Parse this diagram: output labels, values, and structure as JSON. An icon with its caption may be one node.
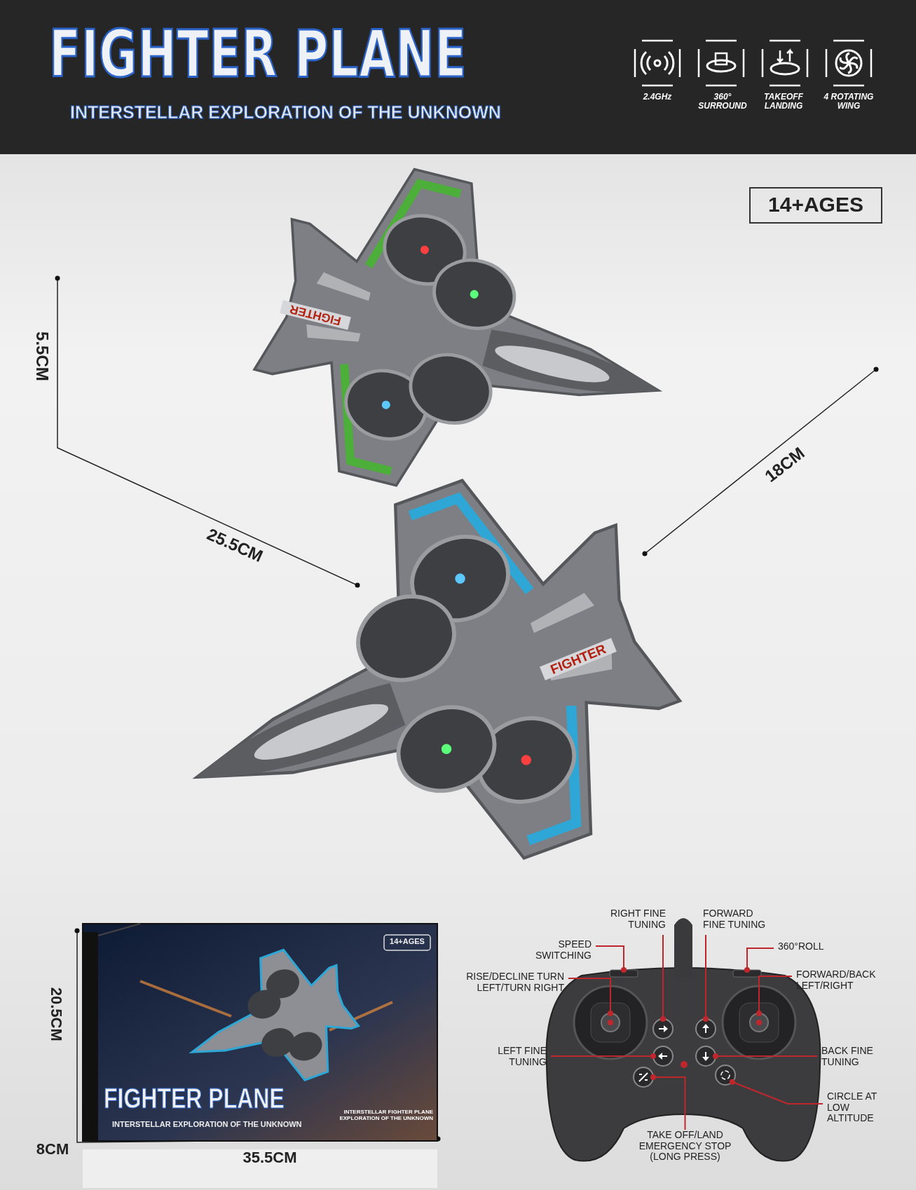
{
  "diagram": {
    "title": "FIGHTER PLANE",
    "nodes": [
      {
        "text": [
          "RIGHT FINE TUNING"
        ]
      },
      {
        "text": [
          "FORWARD FINE TUNING"
        ]
      },
      {
        "text": [
          "SPEED SWITCHING"
        ]
      },
      {
        "text": [
          "360°ROLL"
        ]
      },
      {
        "text": [
          "RISE/DECLINE TURN LEFT/TURN RIGHT"
        ]
      },
      {
        "text": [
          "FORWARD/BACK LEFT/RIGHT"
        ]
      },
      {
        "text": [
          "LEFT FINE TUNING"
        ]
      },
      {
        "text": [
          "BACK FINE TUNING"
        ]
      },
      {
        "text": [
          "CIRCLE AT LOW ALTITUDE"
        ]
      },
      {
        "text": [
          "TAKE OFF/LAND EMERGENCY STOP (LONG PRESS)"
        ]
      },
      {
        "text": [],
        "shape": "circle"
      },
      {
        "text": [],
        "shape": "bar"
      },
      {
        "text": [],
        "shape": "circle"
      },
      {
        "text": [],
        "shape": "circle"
      },
      {
        "text": [],
        "shape": "circle"
      },
      {
        "text": [],
        "shape": "circle"
      },
      {
        "text": [],
        "shape": "circle"
      },
      {
        "text": [],
        "shape": "circle"
      },
      {
        "text": [],
        "shape": "bar"
      },
      {
        "text": [],
        "shape": "circle"
      }
    ],
    "edges": [
      {
        "from": 0,
        "to": 13,
        "arrow": "other"
      },
      {
        "from": 1,
        "to": 15,
        "arrow": "other"
      },
      {
        "from": 2,
        "to": 11,
        "arrow": "other"
      },
      {
        "from": 3,
        "to": 18,
        "arrow": "other"
      },
      {
        "from": 4,
        "to": 10,
        "arrow": "other"
      },
      {
        "from": 5,
        "to": 19,
        "arrow": "other"
      },
      {
        "from": 6,
        "to": 14,
        "arrow": "other"
      },
      {
        "from": 7,
        "to": 16,
        "arrow": "other"
      },
      {
        "from": 8,
        "to": 17,
        "arrow": "other"
      },
      {
        "from": 9,
        "to": 12,
        "arrow": "other"
      }
    ],
    "labels": [
      "INTERSTELLAR EXPLORATION OF THE UNKNOWN",
      "2.4GHz",
      "360° SURROUND",
      "TAKEOFF LANDING",
      "4 ROTATING WING",
      "14+AGES",
      "5.5CM",
      "FIGHTER",
      "18CM",
      "25.5CM",
      "FIGHTER",
      "14+AGES",
      "FIGHTER PLANE",
      "INTERSTELLAR EXPLORATION OF THE UNKNOWN",
      "INTERSTELLAR FIGHTER PLANE EXPLORATION OF THE UNKNOWN",
      "20.5CM",
      "8CM",
      "35.5CM"
    ]
  }
}
